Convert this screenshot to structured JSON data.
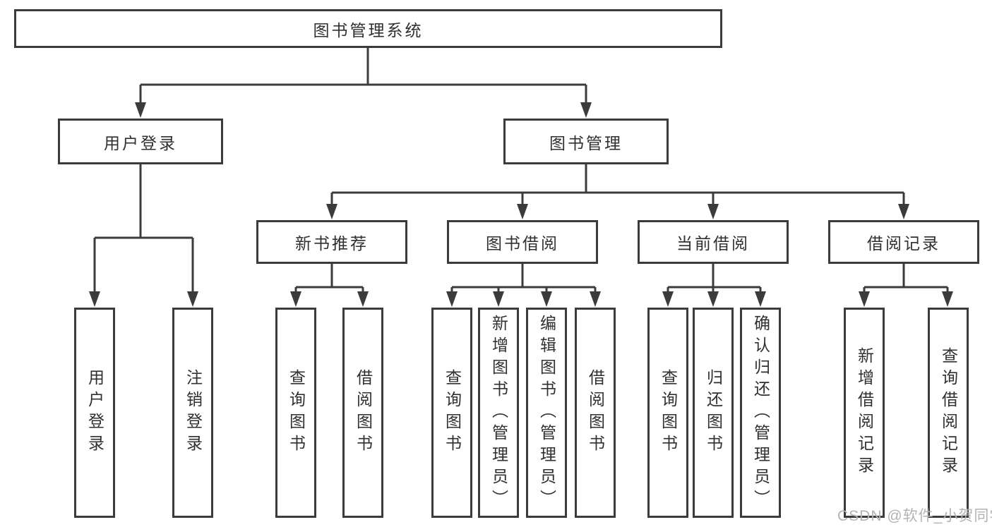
{
  "diagram": {
    "root": {
      "label": "图书管理系统"
    },
    "level2": [
      {
        "label": "用户登录"
      },
      {
        "label": "图书管理"
      }
    ],
    "level3": [
      {
        "label": "新书推荐"
      },
      {
        "label": "图书借阅"
      },
      {
        "label": "当前借阅"
      },
      {
        "label": "借阅记录"
      }
    ],
    "leaves": [
      {
        "label": "用户登录"
      },
      {
        "label": "注销登录"
      },
      {
        "label": "查询图书"
      },
      {
        "label": "借阅图书"
      },
      {
        "label": "查询图书"
      },
      {
        "label": "新增图书（管理员）"
      },
      {
        "label": "编辑图书（管理员）"
      },
      {
        "label": "借阅图书"
      },
      {
        "label": "查询图书"
      },
      {
        "label": "归还图书"
      },
      {
        "label": "确认归还（管理员）"
      },
      {
        "label": "新增借阅记录"
      },
      {
        "label": "查询借阅记录"
      }
    ]
  },
  "watermark": {
    "text": "CSDN @软件_小贺同学"
  },
  "colors": {
    "line": "#3b3b3b",
    "text": "#303030",
    "watermark": "#b3b3b3",
    "bg": "#ffffff"
  }
}
